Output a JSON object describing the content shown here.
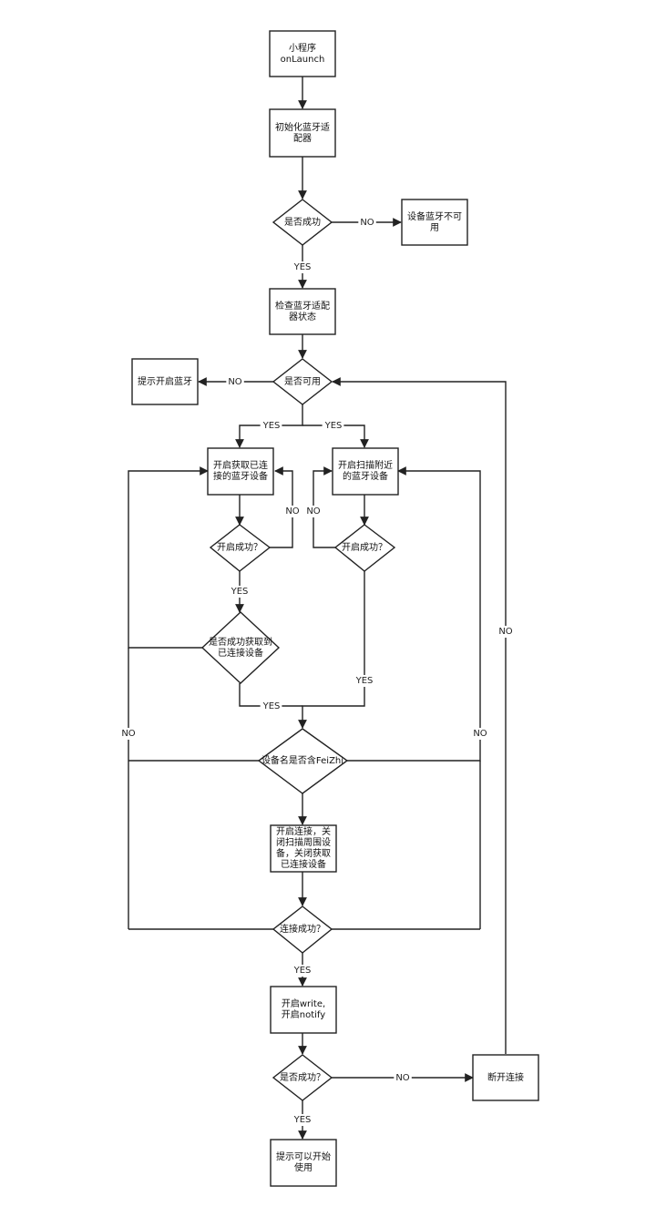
{
  "nodes": {
    "launch": [
      "小程序",
      "onLaunch"
    ],
    "init_adapter": [
      "初始化蓝牙适",
      "配器"
    ],
    "init_success_q": [
      "是否成功"
    ],
    "bt_unavailable": [
      "设备蓝牙不可",
      "用"
    ],
    "check_adapter_state": [
      "检查蓝牙适配",
      "器状态"
    ],
    "available_q": [
      "是否可用"
    ],
    "prompt_enable_bt": [
      "提示开启蓝牙"
    ],
    "get_connected": [
      "开启获取已连",
      "接的蓝牙设备"
    ],
    "scan_nearby": [
      "开启扫描附近",
      "的蓝牙设备"
    ],
    "get_connected_started_q": [
      "开启成功？"
    ],
    "scan_started_q": [
      "开启成功？"
    ],
    "got_connected_q": [
      "是否成功获取到",
      "已连接设备"
    ],
    "name_contains_q": [
      "设备名是否含FeiZhi"
    ],
    "connect_action": [
      "开启连接，关",
      "闭扫描周围设",
      "备，关闭获取",
      "已连接设备"
    ],
    "connect_success_q": [
      "连接成功？"
    ],
    "enable_write_notify": [
      "开启write,",
      "开启notify"
    ],
    "final_success_q": [
      "是否成功？"
    ],
    "disconnect": [
      "断开连接"
    ],
    "ready_to_use": [
      "提示可以开始",
      "使用"
    ]
  },
  "edge_labels": {
    "init_no": "NO",
    "init_yes": "YES",
    "available_no": "NO",
    "available_yes_left": "YES",
    "available_yes_right": "YES",
    "get_started_no": "NO",
    "scan_started_no": "NO",
    "get_started_yes": "YES",
    "scan_started_yes": "YES",
    "got_connected_yes": "YES",
    "name_no_left": "NO",
    "name_no_right": "NO",
    "connect_yes": "YES",
    "final_no": "NO",
    "final_yes": "YES",
    "disconnect_no": "NO"
  }
}
